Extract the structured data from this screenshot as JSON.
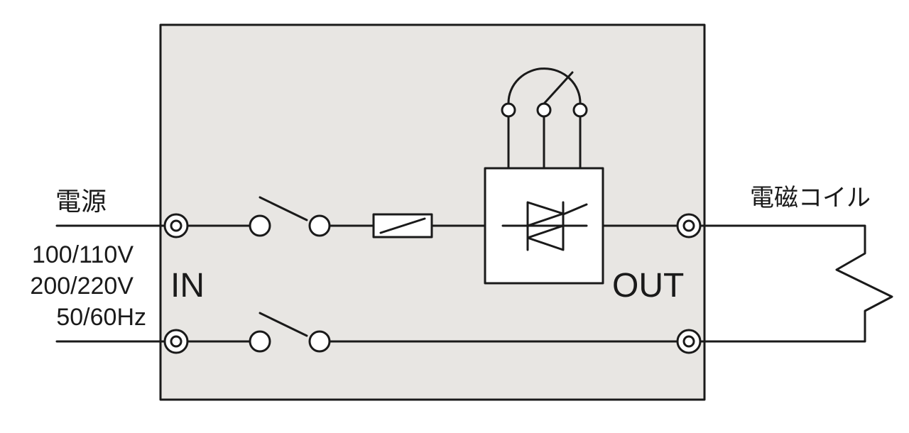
{
  "labels": {
    "power_source": "電源",
    "voltage_1": "100/110V",
    "voltage_2": "200/220V",
    "frequency": "50/60Hz",
    "input": "IN",
    "output": "OUT",
    "coil": "電磁コイル"
  },
  "colors": {
    "box_fill": "#e8e6e3",
    "line": "#1a1a1a",
    "background": "#ffffff"
  }
}
